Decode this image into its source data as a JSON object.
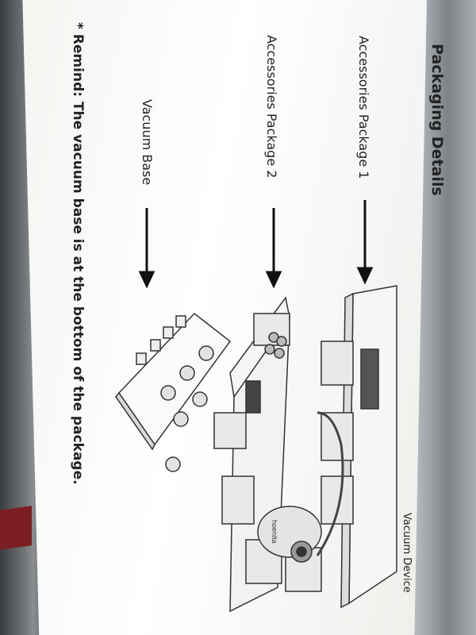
{
  "sheet": {
    "title": "Packaging Details",
    "labels": {
      "accessories_1": "Accessories Package 1",
      "accessories_2": "Accessories Package 2",
      "vacuum_base": "Vacuum Base",
      "vacuum_device": "Vacuum Device"
    },
    "remind": "* Remind: The vacuum base is at the bottom of the package.",
    "logo_text": "hoenlta"
  },
  "colors": {
    "paper": "#f8f8f5",
    "ink": "#222222",
    "background": "#5f6468"
  }
}
